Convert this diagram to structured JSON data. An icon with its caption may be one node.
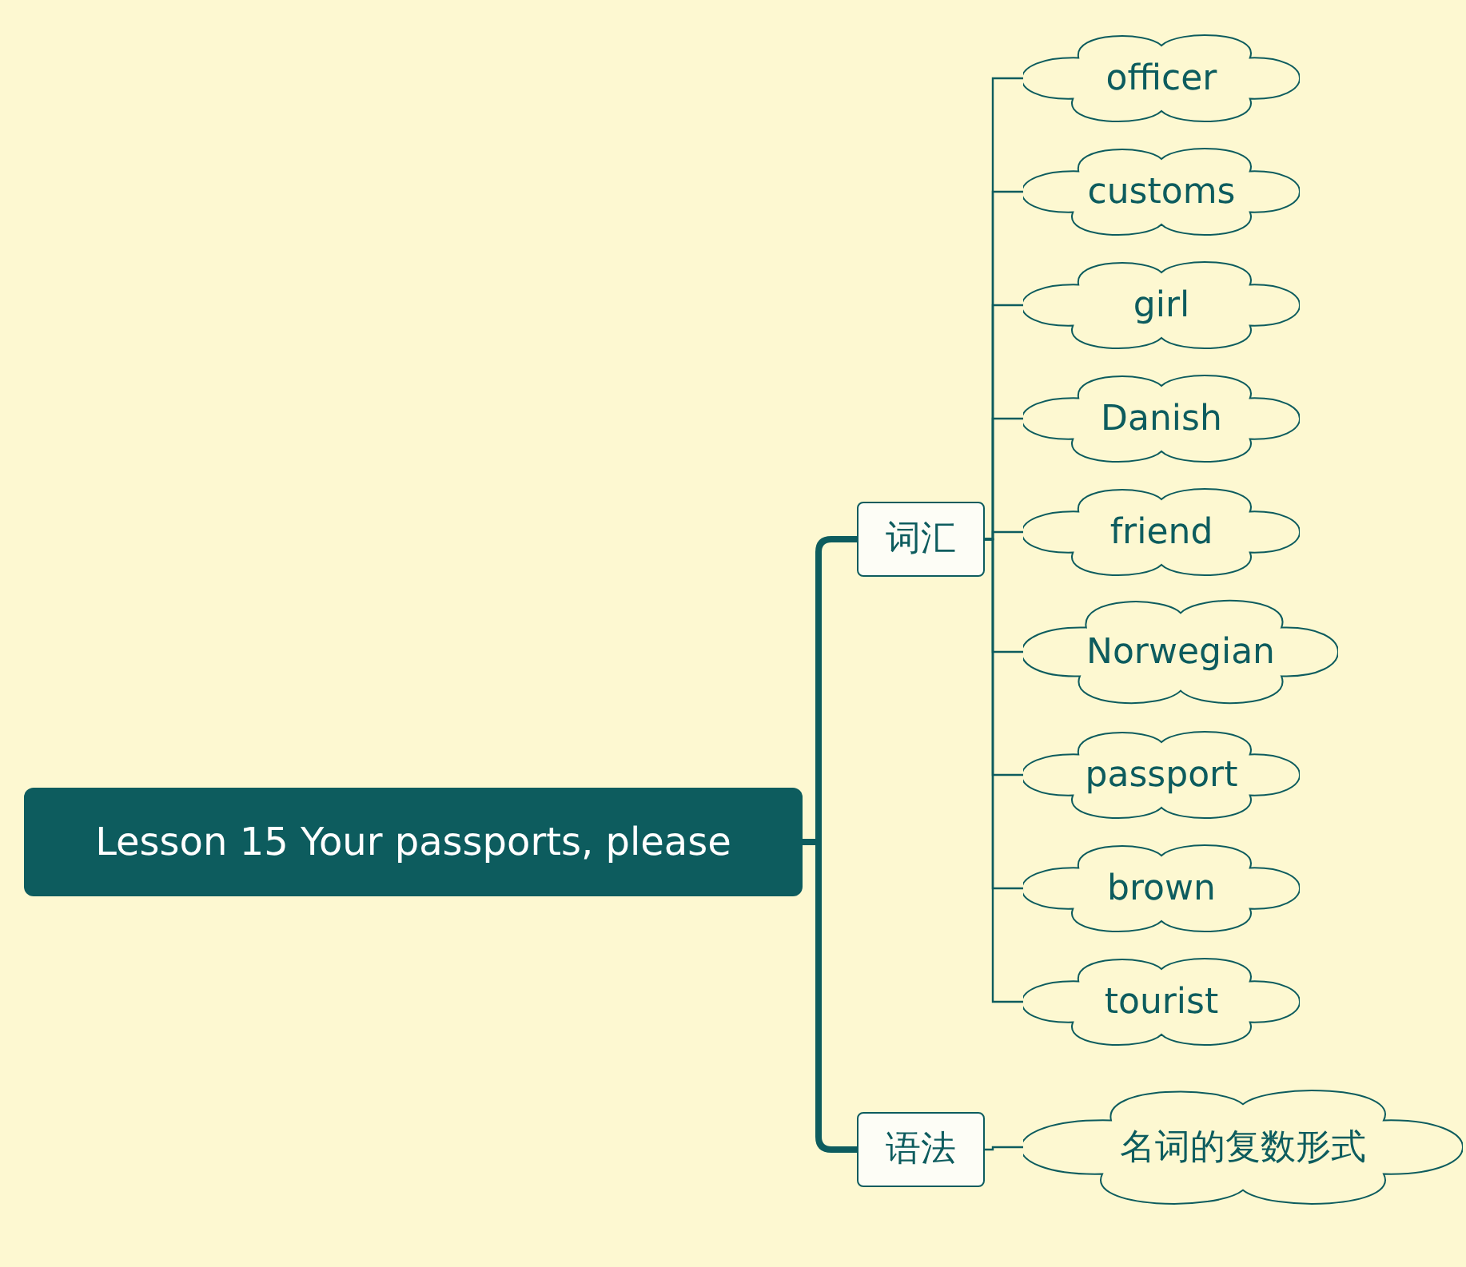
{
  "diagram": {
    "nodes": [
      {
        "text": [
          "Lesson 15 Your passports, please"
        ]
      },
      {
        "text": [
          "词汇"
        ]
      },
      {
        "text": [
          "officer"
        ]
      },
      {
        "text": [
          "customs"
        ]
      },
      {
        "text": [
          "girl"
        ]
      },
      {
        "text": [
          "Danish"
        ]
      },
      {
        "text": [
          "friend"
        ]
      },
      {
        "text": [
          "Norwegian"
        ]
      },
      {
        "text": [
          "passport"
        ]
      },
      {
        "text": [
          "brown"
        ]
      },
      {
        "text": [
          "tourist"
        ]
      },
      {
        "text": [
          "语法"
        ]
      },
      {
        "text": [
          "名词的复数形式"
        ]
      }
    ],
    "edges": [
      {
        "from": 0,
        "to": 1,
        "arrow": "none",
        "style": "thick"
      },
      {
        "from": 0,
        "to": 11,
        "arrow": "none",
        "style": "thick"
      },
      {
        "from": 1,
        "to": 2,
        "arrow": "none"
      },
      {
        "from": 1,
        "to": 3,
        "arrow": "none"
      },
      {
        "from": 1,
        "to": 4,
        "arrow": "none"
      },
      {
        "from": 1,
        "to": 5,
        "arrow": "none"
      },
      {
        "from": 1,
        "to": 6,
        "arrow": "none"
      },
      {
        "from": 1,
        "to": 7,
        "arrow": "none"
      },
      {
        "from": 1,
        "to": 8,
        "arrow": "none"
      },
      {
        "from": 1,
        "to": 9,
        "arrow": "none"
      },
      {
        "from": 1,
        "to": 10,
        "arrow": "none"
      },
      {
        "from": 11,
        "to": 12,
        "arrow": "none"
      }
    ]
  }
}
